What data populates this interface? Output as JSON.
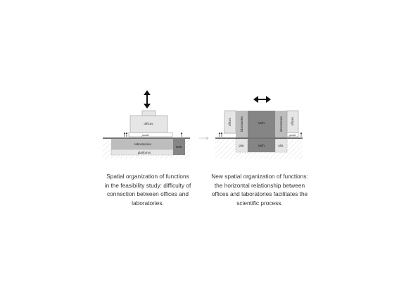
{
  "colors": {
    "light_block": "#e6e6e6",
    "mid_block": "#bdbdbd",
    "dark_block": "#858585",
    "dashed_outline": "#9a9a9a",
    "hatch": "#dddddd",
    "text": "#333333"
  },
  "left_diagram": {
    "offices": "offices",
    "public": "public",
    "laboratories": "laboratories",
    "platforms": "platforms",
    "tech": "tech",
    "arrow_icon": "vertical-double-arrow"
  },
  "connector_icon": "thin-right-arrow",
  "right_diagram": {
    "offices_left": "offices",
    "laboratories_left": "laboratories",
    "tech_upper": "tech",
    "laboratories_right": "laboratories",
    "offices_right": "offices",
    "public": "public",
    "plat_left": "plat.",
    "tech_lower": "tech",
    "plat_right": "plat.",
    "arrow_icon": "horizontal-double-arrow"
  },
  "captions": {
    "left": [
      "Spatial organization of functions",
      "in the feasibility study: difficulty of",
      "connection between offices and",
      "laboratories."
    ],
    "right": [
      "New spatial organization of functions:",
      "the horizontal relationship between",
      "offices and laboratories facilitates the",
      "scientific process."
    ]
  }
}
